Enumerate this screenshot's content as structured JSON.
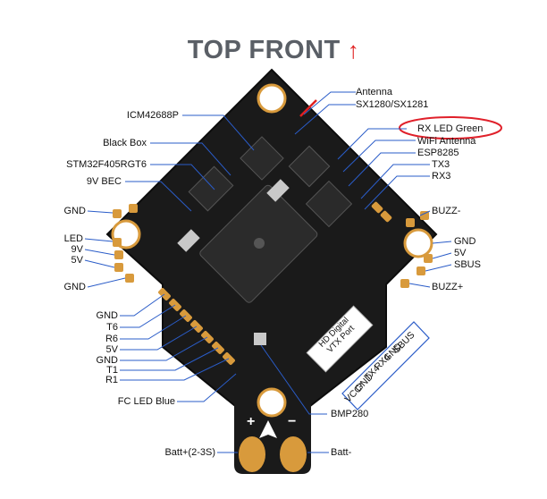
{
  "title": "TOP FRONT",
  "title_arrow": "↑",
  "labels": {
    "antenna": "Antenna",
    "sx1280": "SX1280/SX1281",
    "rx_led": "RX LED Green",
    "wifi_antenna": "WiFi Antenna",
    "esp8285": "ESP8285",
    "tx3": "TX3",
    "rx3": "RX3",
    "icm": "ICM42688P",
    "black_box": "Black Box",
    "stm32": "STM32F405RGT6",
    "bec": "9V BEC",
    "gnd_left1": "GND",
    "led": "LED",
    "v9": "9V",
    "v5_left": "5V",
    "gnd_left2": "GND",
    "buzz_minus": "BUZZ-",
    "gnd_right": "GND",
    "v5_right": "5V",
    "sbus_right": "SBUS",
    "buzz_plus": "BUZZ+",
    "gnd_b1": "GND",
    "t6": "T6",
    "r6": "R6",
    "v5_b": "5V",
    "gnd_b2": "GND",
    "t1": "T1",
    "r1": "R1",
    "fc_led": "FC LED Blue",
    "bmp280": "BMP280",
    "batt_plus": "Batt+(2-3S)",
    "batt_minus": "Batt-",
    "pad_plus": "+",
    "pad_minus": "−"
  },
  "vtx": {
    "port_line1": "HD Digital",
    "port_line2": "VTX Port",
    "pins": [
      "SBUS",
      "GND",
      "RX4",
      "TX4",
      "GND",
      "VCC*"
    ]
  },
  "colors": {
    "title": "#5a5f66",
    "arrow": "#e02020",
    "board": "#1a1a1a",
    "pad": "#d89a3c",
    "highlight": "#e0202a",
    "vtx_outline": "#2a5cc8"
  }
}
